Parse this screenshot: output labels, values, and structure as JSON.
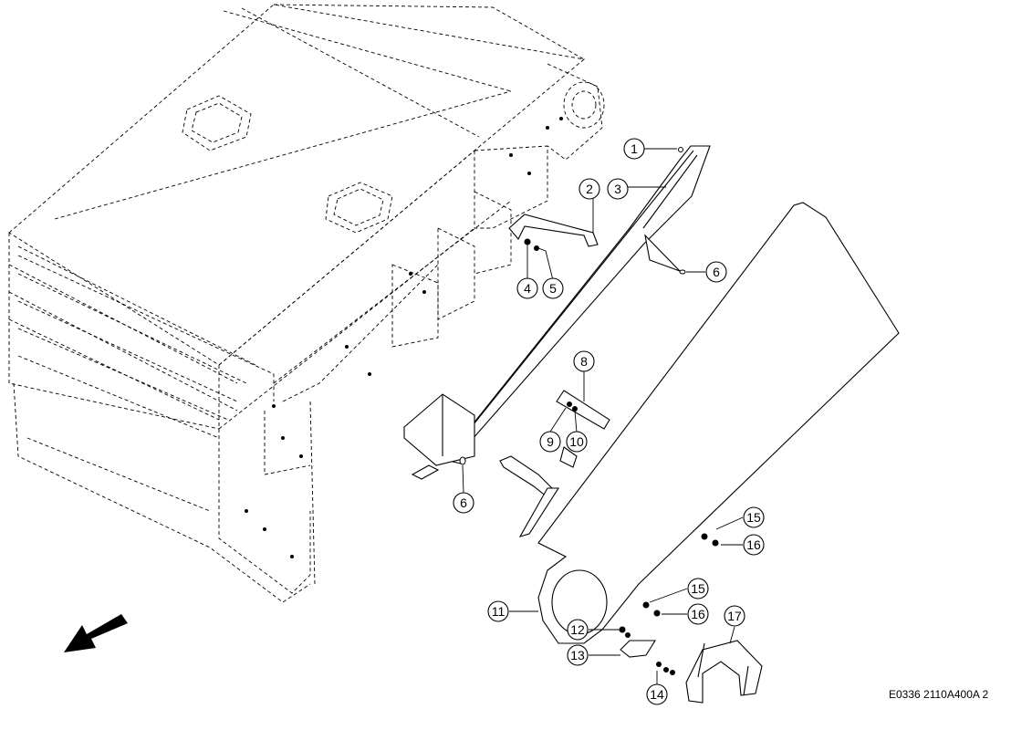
{
  "drawing_code": "E0336 2110A400A 2",
  "callouts": [
    {
      "id": "c1",
      "label": "1"
    },
    {
      "id": "c2",
      "label": "2"
    },
    {
      "id": "c3",
      "label": "3"
    },
    {
      "id": "c4",
      "label": "4"
    },
    {
      "id": "c5",
      "label": "5"
    },
    {
      "id": "c6a",
      "label": "6"
    },
    {
      "id": "c6b",
      "label": "6"
    },
    {
      "id": "c8",
      "label": "8"
    },
    {
      "id": "c9",
      "label": "9"
    },
    {
      "id": "c10",
      "label": "10"
    },
    {
      "id": "c11",
      "label": "11"
    },
    {
      "id": "c12",
      "label": "12"
    },
    {
      "id": "c13",
      "label": "13"
    },
    {
      "id": "c14",
      "label": "14"
    },
    {
      "id": "c15a",
      "label": "15"
    },
    {
      "id": "c16a",
      "label": "16"
    },
    {
      "id": "c15b",
      "label": "15"
    },
    {
      "id": "c16b",
      "label": "16"
    },
    {
      "id": "c17",
      "label": "17"
    }
  ]
}
